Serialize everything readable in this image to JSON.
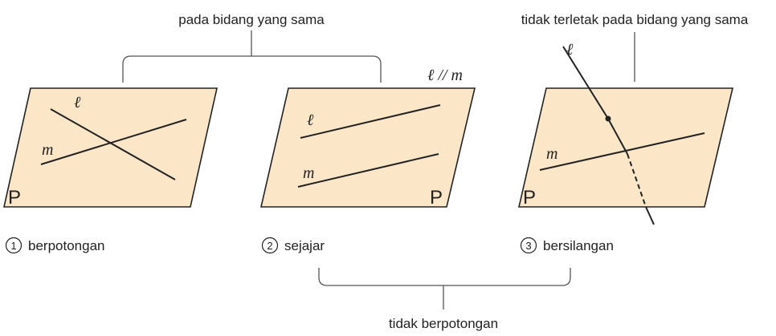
{
  "top_captions": {
    "same_plane": "pada bidang yang sama",
    "not_same_plane": "tidak terletak pada bidang yang sama"
  },
  "bottom_caption": "tidak berpotongan",
  "parallel_notation": "ℓ // m",
  "panels": [
    {
      "number": "1",
      "caption": "berpotongan",
      "plane_label": "P",
      "line_l": "ℓ",
      "line_m": "m"
    },
    {
      "number": "2",
      "caption": "sejajar",
      "plane_label": "P",
      "line_l": "ℓ",
      "line_m": "m"
    },
    {
      "number": "3",
      "caption": "bersilangan",
      "plane_label": "P",
      "line_l": "ℓ",
      "line_m": "m"
    }
  ]
}
